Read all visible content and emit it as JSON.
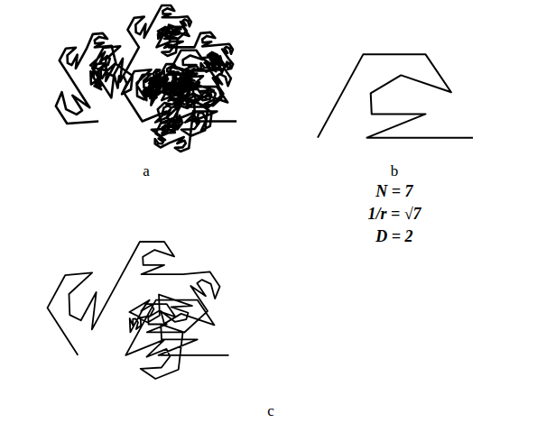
{
  "diagram": {
    "labels": [
      "a",
      "b",
      "N = 7",
      "1/r = √7",
      "D = 2",
      "c"
    ]
  }
}
